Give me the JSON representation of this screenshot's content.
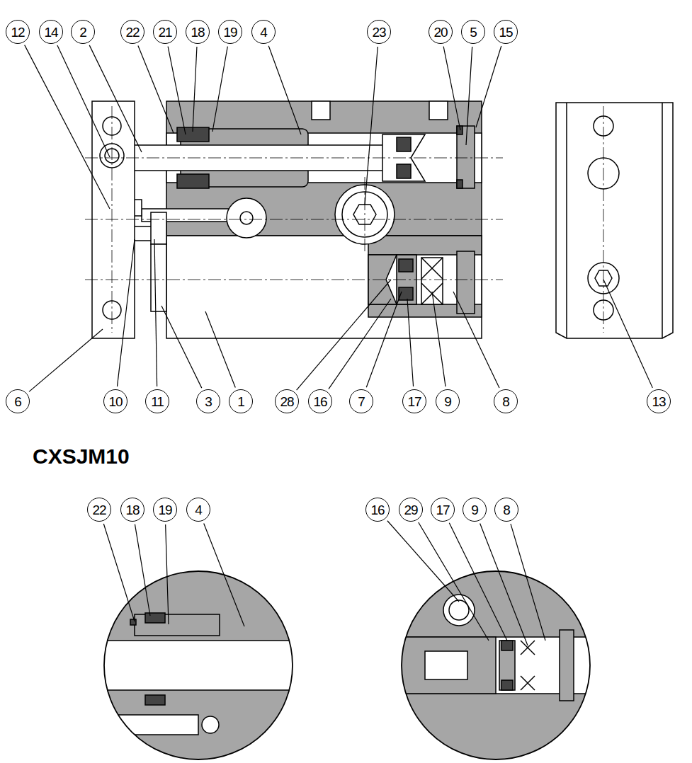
{
  "diagram": {
    "title": "CXSJM10",
    "labels": [
      "12",
      "14",
      "2",
      "22",
      "21",
      "18",
      "19",
      "4",
      "23",
      "20",
      "5",
      "15",
      "6",
      "10",
      "11",
      "3",
      "1",
      "28",
      "16",
      "7",
      "17",
      "9",
      "8",
      "13",
      "22",
      "18",
      "19",
      "4",
      "16",
      "29",
      "17",
      "9",
      "8"
    ]
  }
}
